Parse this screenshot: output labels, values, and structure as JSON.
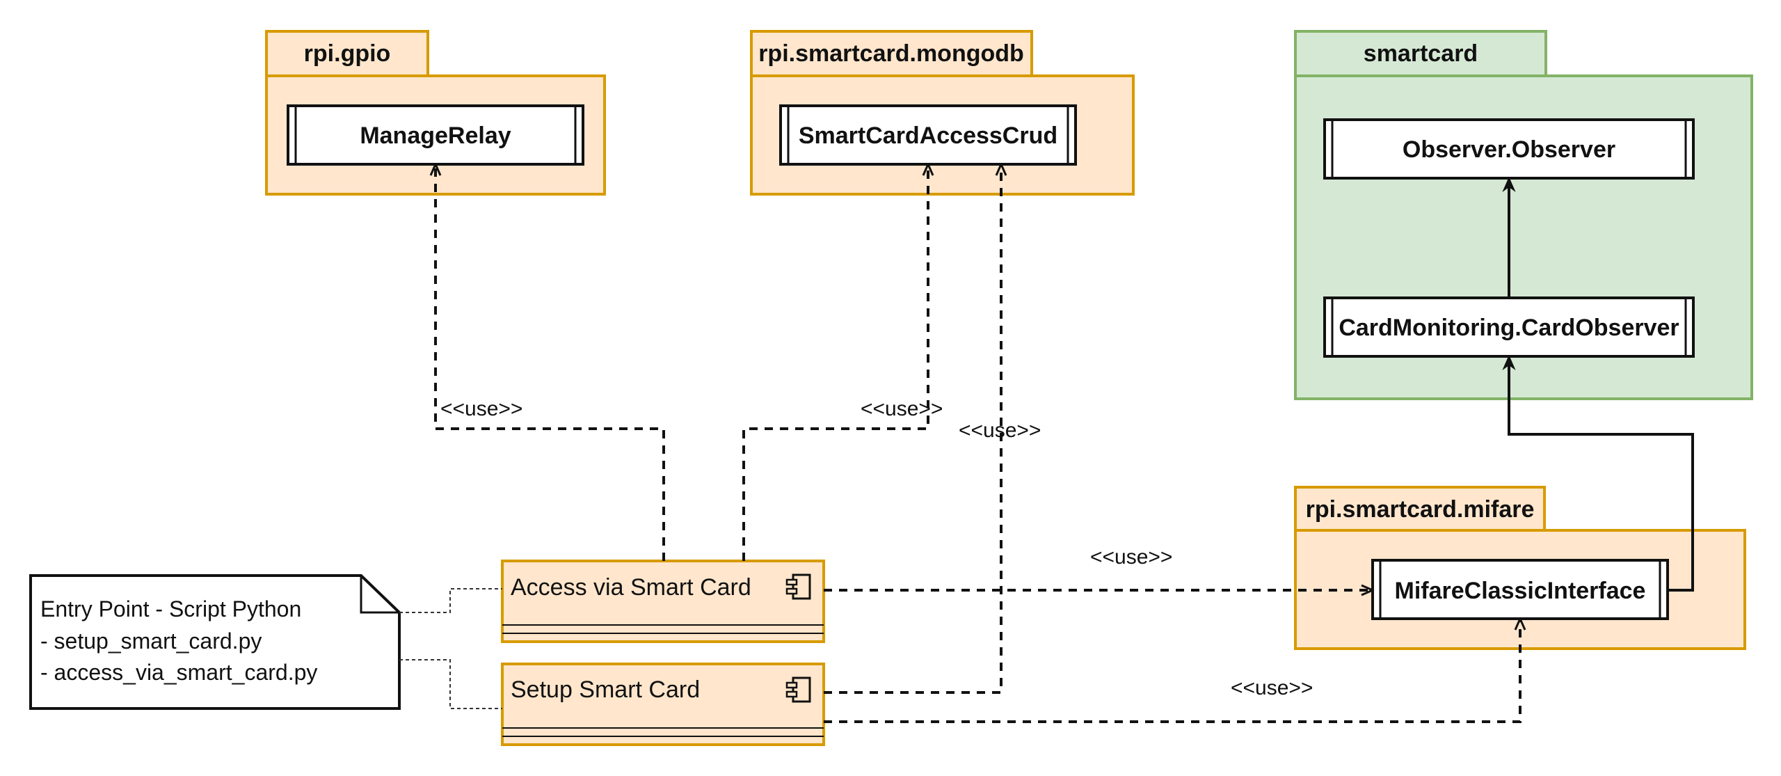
{
  "packages": {
    "gpio": {
      "name": "rpi.gpio"
    },
    "mongodb": {
      "name": "rpi.smartcard.mongodb"
    },
    "smartcard": {
      "name": "smartcard"
    },
    "mifare": {
      "name": "rpi.smartcard.mifare"
    }
  },
  "classes": {
    "manage_relay": "ManageRelay",
    "smartcard_access_crud": "SmartCardAccessCrud",
    "observer": "Observer.Observer",
    "card_observer": "CardMonitoring.CardObserver",
    "mifare_interface": "MifareClassicInterface"
  },
  "components": {
    "access": "Access via Smart Card",
    "setup": "Setup Smart Card"
  },
  "labels": {
    "use": "<<use>>"
  },
  "note": {
    "line1": "Entry Point - Script Python",
    "line2": "- setup_smart_card.py",
    "line3": "- access_via_smart_card.py"
  },
  "colors": {
    "orange_fill": "#ffe6cc",
    "orange_stroke": "#d79b00",
    "green_fill": "#d5e8d4",
    "green_stroke": "#82b366"
  }
}
